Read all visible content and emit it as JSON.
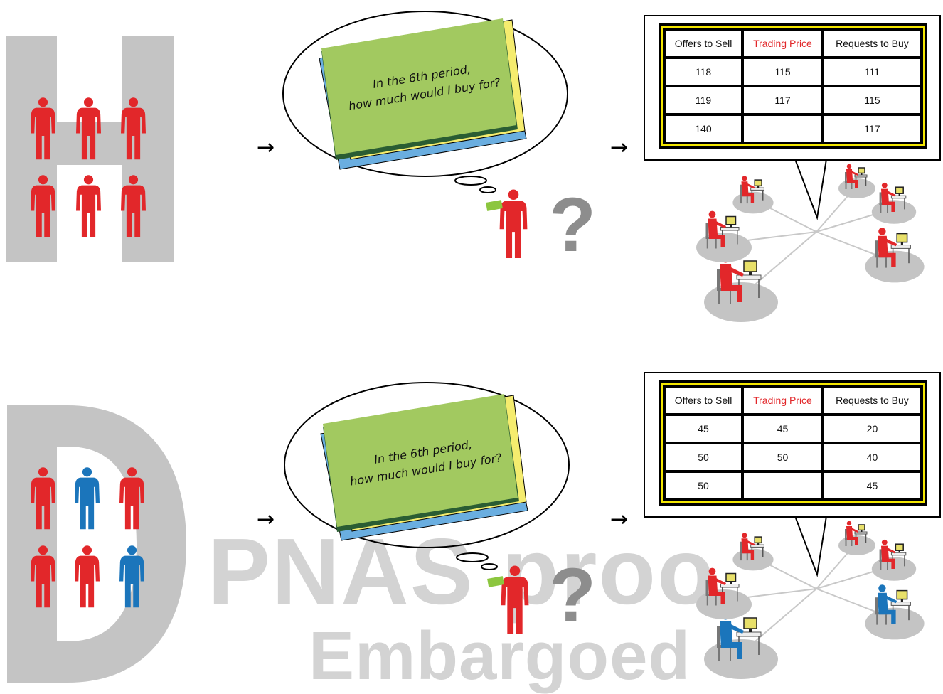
{
  "watermark": {
    "letter_top": "H",
    "letter_bottom": "D",
    "line1": "PNAS proo",
    "line2": "Embargoed"
  },
  "colors": {
    "red": "#e2272a",
    "blue": "#1b75bb",
    "grey": "#c4c4c4",
    "note_green": "#a2c960",
    "note_blue": "#6aaee0",
    "note_yellow": "#f5ec6e",
    "board_yellow": "#f3e600"
  },
  "scenarios": [
    {
      "id": "H",
      "group": [
        "red",
        "red",
        "red",
        "red",
        "red",
        "red"
      ],
      "note_line1": "In the 6th period,",
      "note_line2": "how much would I buy for?",
      "question": "?",
      "board": {
        "headers": [
          "Offers to Sell",
          "Trading Price",
          "Requests to Buy"
        ],
        "rows": [
          [
            "118",
            "115",
            "111"
          ],
          [
            "119",
            "117",
            "115"
          ],
          [
            "140",
            "",
            "117"
          ]
        ]
      },
      "traders": [
        "red",
        "red",
        "red",
        "red",
        "red",
        "red"
      ]
    },
    {
      "id": "D",
      "group": [
        "red",
        "blue",
        "red",
        "red",
        "red",
        "blue"
      ],
      "note_line1": "In the 6th period,",
      "note_line2": "how much would I buy for?",
      "question": "?",
      "board": {
        "headers": [
          "Offers to Sell",
          "Trading Price",
          "Requests to Buy"
        ],
        "rows": [
          [
            "45",
            "45",
            "20"
          ],
          [
            "50",
            "50",
            "40"
          ],
          [
            "50",
            "",
            "45"
          ]
        ]
      },
      "traders": [
        "blue",
        "red",
        "red",
        "red",
        "red",
        "blue"
      ]
    }
  ]
}
